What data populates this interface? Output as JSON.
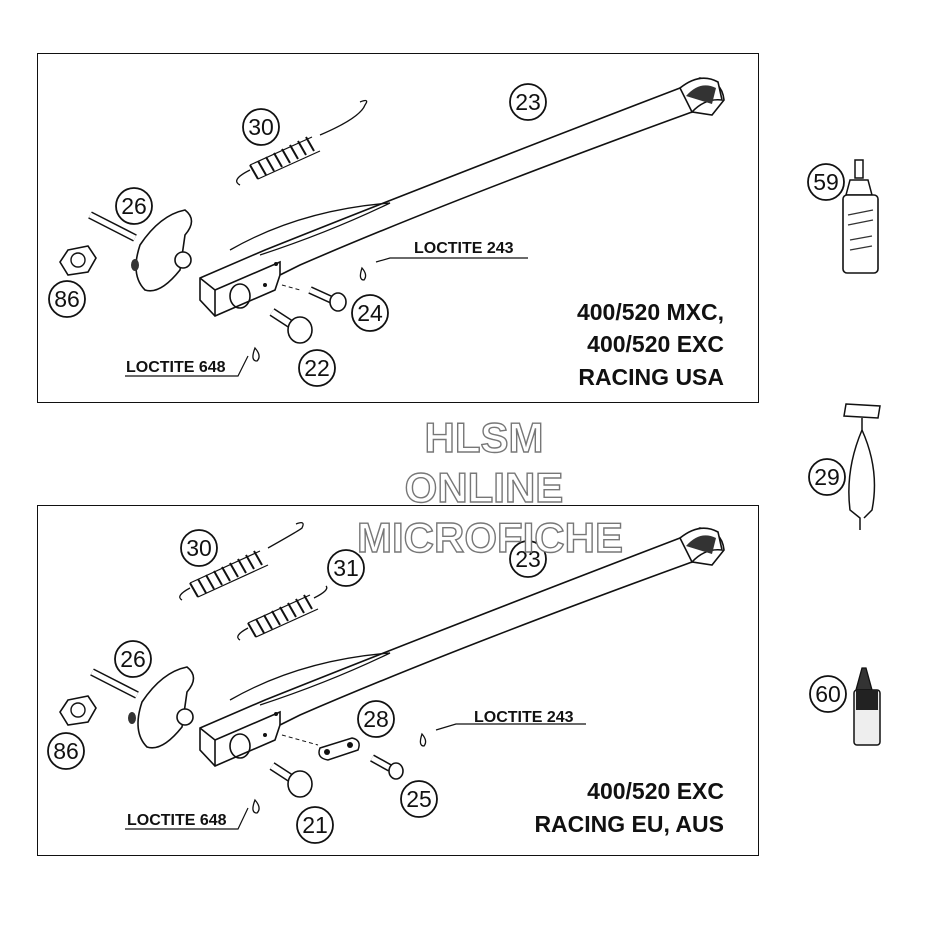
{
  "top_panel": {
    "callouts": {
      "c30": "30",
      "c23": "23",
      "c26": "26",
      "c86": "86",
      "c24": "24",
      "c22": "22"
    },
    "loctite_243": "LOCTITE 243",
    "loctite_648": "LOCTITE 648",
    "model_lines": [
      "400/520 MXC,",
      "400/520 EXC",
      "RACING USA"
    ]
  },
  "bottom_panel": {
    "callouts": {
      "c30": "30",
      "c31": "31",
      "c23": "23",
      "c26": "26",
      "c86": "86",
      "c28": "28",
      "c25": "25",
      "c21": "21"
    },
    "loctite_243": "LOCTITE 243",
    "loctite_648": "LOCTITE 648",
    "model_lines": [
      "400/520 EXC",
      "RACING EU, AUS"
    ]
  },
  "side_parts": {
    "c59": "59",
    "c29": "29",
    "c60": "60"
  },
  "watermark": {
    "line1": "HLSM",
    "line2": "ONLINE",
    "line3": "MICROFICHE"
  }
}
